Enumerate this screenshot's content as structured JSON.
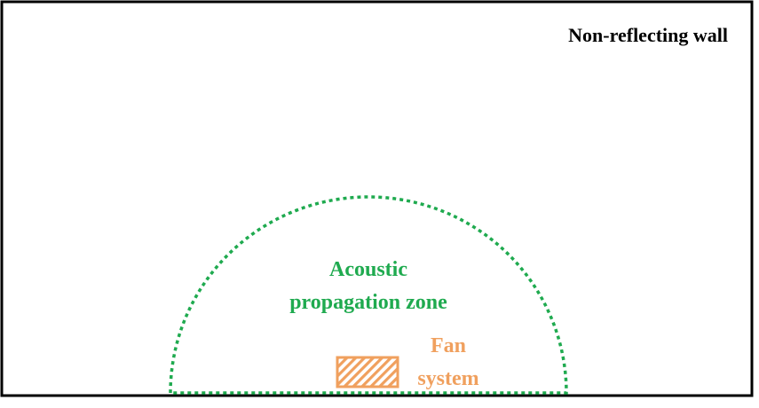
{
  "labels": {
    "wall": "Non-reflecting wall",
    "zone_line1": "Acoustic",
    "zone_line2": "propagation zone",
    "fan_line1": "Fan",
    "fan_line2": "system"
  },
  "colors": {
    "wall": "#000000",
    "zone": "#1faa4f",
    "fan": "#f0a05e",
    "background": "#ffffff"
  }
}
